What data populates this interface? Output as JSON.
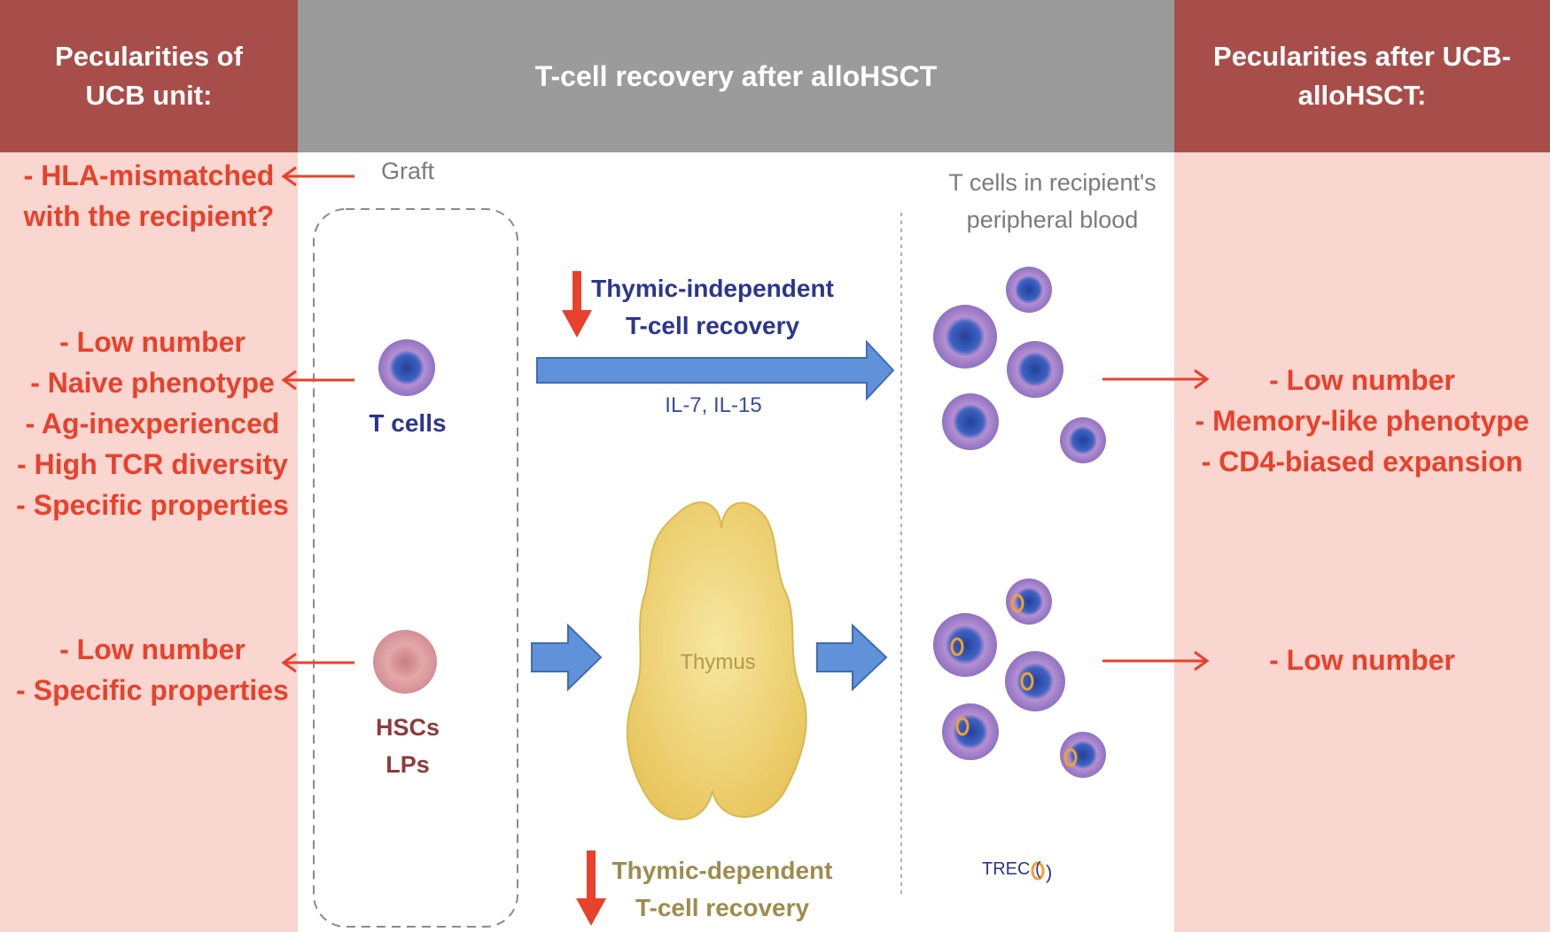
{
  "header": {
    "left": [
      "Pecularities of",
      "UCB unit:"
    ],
    "center": "T-cell recovery after alloHSCT",
    "right": [
      "Pecularities after UCB-",
      "alloHSCT:"
    ]
  },
  "left_column": {
    "graft_items": [
      "- HLA-mismatched",
      "with the recipient?"
    ],
    "tcell_items": [
      "- Low number",
      "- Naive phenotype",
      "- Ag-inexperienced",
      "- High TCR diversity",
      "- Specific properties"
    ],
    "hsc_items": [
      "- Low number",
      "- Specific properties"
    ]
  },
  "center": {
    "graft_label": "Graft",
    "tcells_label": "T cells",
    "hsc_label": [
      "HSCs",
      "LPs"
    ],
    "thymic_independent": [
      "Thymic-independent",
      "T-cell recovery"
    ],
    "cytokines": "IL-7, IL-15",
    "thymus_label": "Thymus",
    "thymic_dependent": [
      "Thymic-dependent",
      "T-cell recovery"
    ],
    "recipient_label": [
      "T cells in recipient's",
      "peripheral blood"
    ],
    "trec_label": "TREC ("
  },
  "right_column": {
    "top_items": [
      "- Low number",
      "- Memory-like phenotype",
      "- CD4-biased expansion"
    ],
    "bottom_items": [
      "- Low number"
    ]
  },
  "colors": {
    "header_red": "#a84e4a",
    "header_gray": "#9b9b9b",
    "panel_pink": "#f9d6cf",
    "text_red": "#e8412c",
    "arrow_blue": "#5b8fd6",
    "thymus_yellow": "#f3dc7e"
  },
  "icons": [
    "t-cell-icon",
    "hsc-cell-icon",
    "thymus-icon",
    "trec-ring-icon"
  ]
}
